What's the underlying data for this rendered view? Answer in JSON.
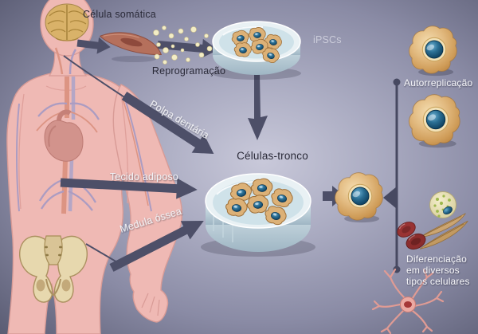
{
  "labels": {
    "celula_somatica": "Célula somática",
    "reprogramacao": "Reprogramação",
    "ipscs": "iPSCs",
    "polpa_dentaria": "Polpa dentária",
    "celulas_tronco": "Células-tronco",
    "tecido_adiposo": "Tecido adiposo",
    "medula_ossea": "Medula óssea",
    "autorreplicacao": "Autorreplicação",
    "diferenciacao_1": "Diferenciação",
    "diferenciacao_2": "em diversos",
    "diferenciacao_3": "tipos celulares"
  },
  "illustrations": {
    "human_body": "human-body-with-brain-heart-vessels-pelvis",
    "somatic_cell": "spindle-somatic-cell",
    "reprogramming_factors": "scattered-factor-dots",
    "ipsc_dish": "petri-dish-with-ipsc-colonies",
    "stem_cell_dish": "petri-dish-with-stem-cells",
    "stem_cell": "pluripotent-stem-cell-blob-with-blue-nucleus",
    "leukocyte": "white-blood-cell",
    "muscle_fibers": "muscle-cells",
    "red_blood_cells": "red-blood-cells",
    "neuron": "neuron-cell"
  },
  "colors": {
    "background_center": "#c8c8d9",
    "background_edge": "#585a72",
    "arrow": "#4d4f68",
    "label_dark": "#2a2a38",
    "label_light": "#f2f2f6",
    "label_muted": "#cbccda",
    "body_pink": "#efb9b4",
    "cell_body_tan": "#ddb273",
    "nucleus_blue": "#14557d",
    "dish_fill": "#cfe2e9",
    "bone": "#e8d9ae",
    "rbc": "#8e2f2f",
    "neuron": "#e49a93",
    "factor_dot": "#f2ecc4"
  }
}
